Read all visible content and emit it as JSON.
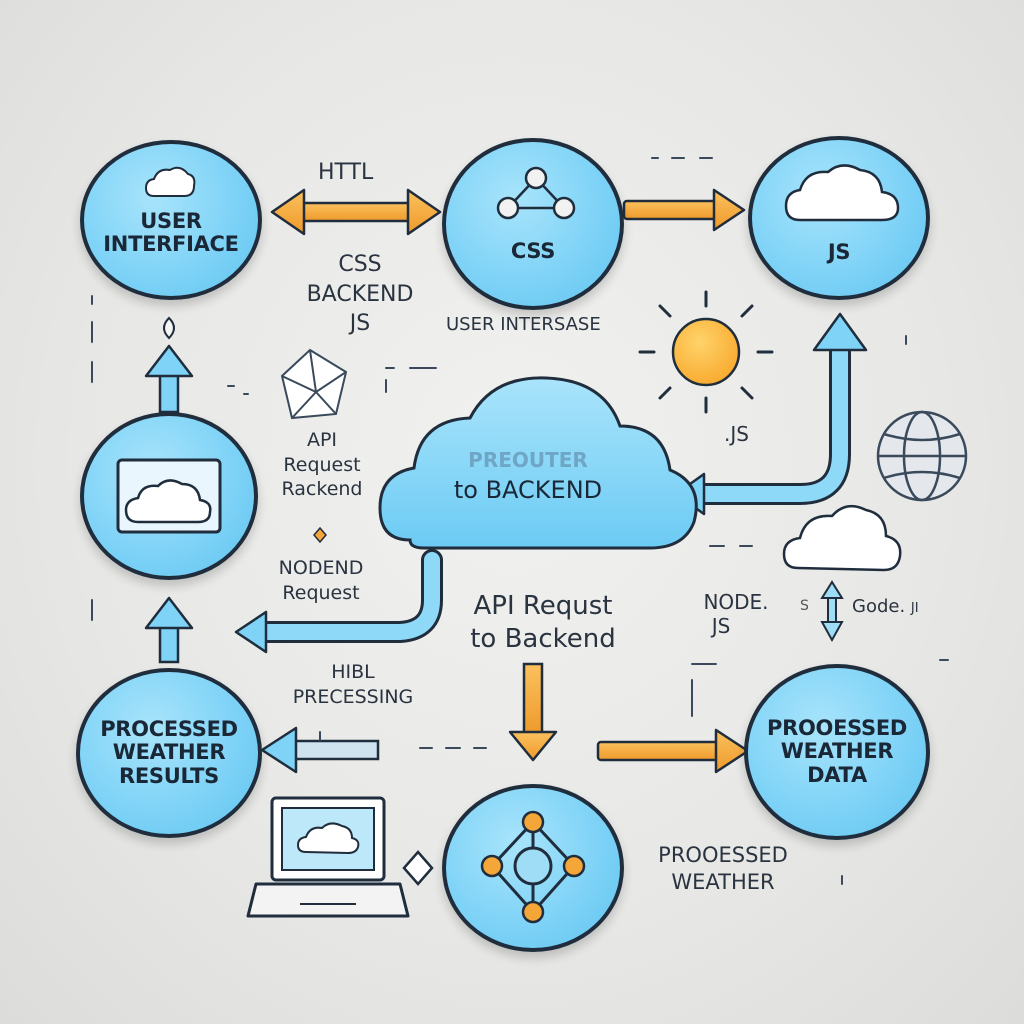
{
  "nodes": {
    "user_interface": [
      "USER",
      "INTERFIACE"
    ],
    "css": "CSS",
    "js": "JS",
    "processed_weather_results": [
      "PROCESSED",
      "WEATHER",
      "RESULTS"
    ],
    "processed_weather_data": [
      "PROOESSED",
      "WEATHER",
      "DATA"
    ]
  },
  "cloud": {
    "line1": "PREOUTER",
    "line2": "to BACKEND"
  },
  "labels": {
    "htl": "HTTL",
    "css_backend_js": [
      "CSS",
      "BACKEND",
      "JS"
    ],
    "user_intersase": "USER INTERSASE",
    "dot_js": ".JS",
    "api_request_rackend": [
      "API",
      "Request",
      "Rackend"
    ],
    "nodend_request": [
      "NODEND",
      "Request"
    ],
    "api_request_to_backend": [
      "API Requst",
      "to Backend"
    ],
    "node_js": [
      "NODE.",
      "JS"
    ],
    "gode": "Gode.",
    "gode_suffix": "JI",
    "s_mark": "S",
    "hibl_precessing": [
      "HIBL",
      "PRECESSING"
    ],
    "proessed_weather": [
      "PROOESSED",
      "WEATHER"
    ]
  },
  "colors": {
    "node_fill": "#7fd3f7",
    "outline": "#1f2d3d",
    "arrow_orange": "#f5a638",
    "arrow_blue": "#7fd3f7",
    "sun": "#fdb937",
    "background": "#e8e8e6"
  },
  "icons": [
    "cloud-icon",
    "network-nodes-icon",
    "sun-icon",
    "globe-icon",
    "polyhedron-icon",
    "laptop-icon",
    "image-cloud-icon",
    "graph-nodes-icon",
    "diamond-icon"
  ]
}
